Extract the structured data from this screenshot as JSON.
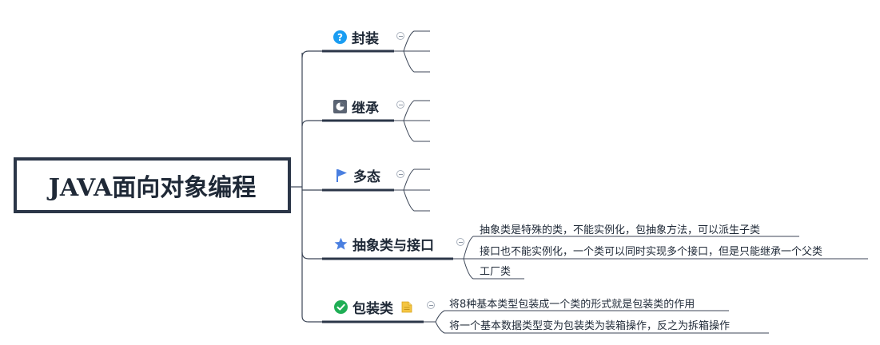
{
  "root": {
    "title": "JAVA面向对象编程"
  },
  "branches": [
    {
      "label": "封装",
      "icon": "help-circle-icon",
      "children": []
    },
    {
      "label": "继承",
      "icon": "pie-chart-icon",
      "children": []
    },
    {
      "label": "多态",
      "icon": "flag-icon",
      "children": []
    },
    {
      "label": "抽象类与接口",
      "icon": "star-icon",
      "children": [
        "抽象类是特殊的类，不能实例化，包抽象方法，可以派生子类",
        "接口也不能实例化，一个类可以同时实现多个接口，但是只能继承一个父类",
        "工厂类"
      ]
    },
    {
      "label": "包装类",
      "icon": "check-circle-icon",
      "note_icon": "note-icon",
      "children": [
        "将8种基本类型包装成一个类的形式就是包装类的作用",
        "将一个基本数据类型变为包装类为装箱操作，反之为拆箱操作"
      ]
    }
  ],
  "colors": {
    "line": "#2b3648",
    "connector": "#3c4657",
    "accent_blue": "#1a9df2",
    "accent_green": "#1fae55",
    "star_blue": "#4a7fe0"
  }
}
